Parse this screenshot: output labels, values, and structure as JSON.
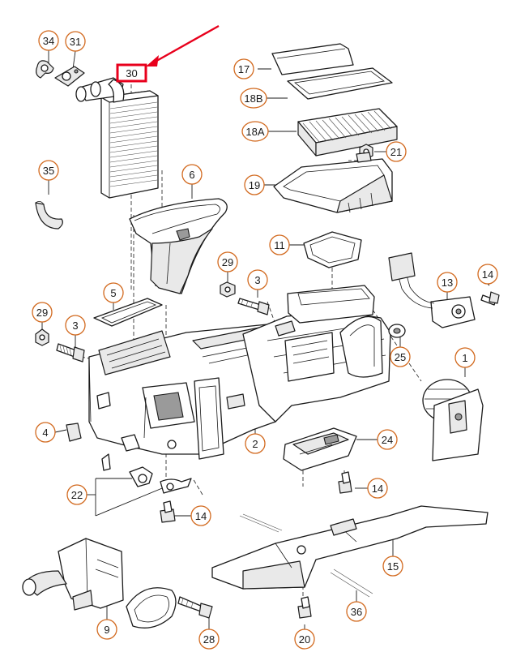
{
  "diagram": {
    "highlight": {
      "label": "30",
      "color": "#e8001c"
    },
    "callout_color": "#d2691e",
    "callouts": {
      "c34": "34",
      "c31": "31",
      "c35": "35",
      "c6": "6",
      "c5": "5",
      "c29a": "29",
      "c3a": "3",
      "c4": "4",
      "c22": "22",
      "c14a": "14",
      "c9": "9",
      "c28": "28",
      "c17": "17",
      "c18b": "18B",
      "c18a": "18A",
      "c21": "21",
      "c19": "19",
      "c11": "11",
      "c29b": "29",
      "c3b": "3",
      "c14b": "14",
      "c13": "13",
      "c25": "25",
      "c1": "1",
      "c2": "2",
      "c24": "24",
      "c14c": "14",
      "c15": "15",
      "c36": "36",
      "c20": "20"
    }
  }
}
